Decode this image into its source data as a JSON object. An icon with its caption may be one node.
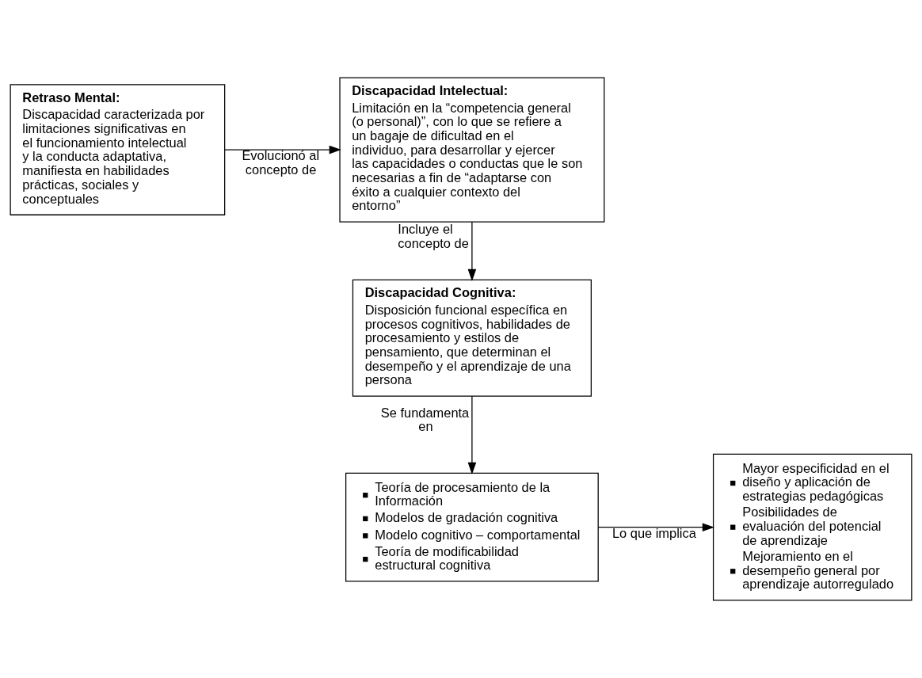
{
  "diagram": {
    "nodes": [
      {
        "text": [
          "Retraso Mental:",
          "Discapacidad caracterizada por limitaciones significativas en el funcionamiento intelectual y la conducta adaptativa, manifiesta en habilidades prácticas, sociales y conceptuales"
        ]
      },
      {
        "text": [
          "Discapacidad Intelectual:",
          "Limitación en la “competencia general (o personal)”, con lo que se refiere a un bagaje de dificultad en el individuo, para desarrollar y ejercer las capacidades o conductas que le son necesarias a fin de “adaptarse con éxito a cualquier contexto del entorno”"
        ]
      },
      {
        "text": [
          "Discapacidad Cognitiva:",
          "Disposición funcional específica en procesos cognitivos, habilidades de procesamiento y estilos de pensamiento, que determinan el desempeño y el aprendizaje de una persona"
        ]
      },
      {
        "text": [
          "Teoría de procesamiento de la Información",
          "Modelos de gradación cognitiva",
          "Modelo cognitivo – comportamental",
          "Teoría de modificabilidad estructural cognitiva"
        ]
      },
      {
        "text": [
          "Mayor especificidad en el diseño y aplicación de estrategias pedagógicas",
          "Posibilidades de evaluación del potencial de aprendizaje",
          "Mejoramiento en el desempeño general por aprendizaje autorregulado"
        ]
      }
    ],
    "edges": [
      {
        "from": 0,
        "to": 1,
        "arrow": "to",
        "label": "Evolucionó al concepto de"
      },
      {
        "from": 1,
        "to": 2,
        "arrow": "to",
        "label": "Incluye el concepto de"
      },
      {
        "from": 2,
        "to": 3,
        "arrow": "to",
        "label": "Se fundamenta en"
      },
      {
        "from": 3,
        "to": 4,
        "arrow": "to",
        "label": "Lo que implica"
      }
    ]
  }
}
